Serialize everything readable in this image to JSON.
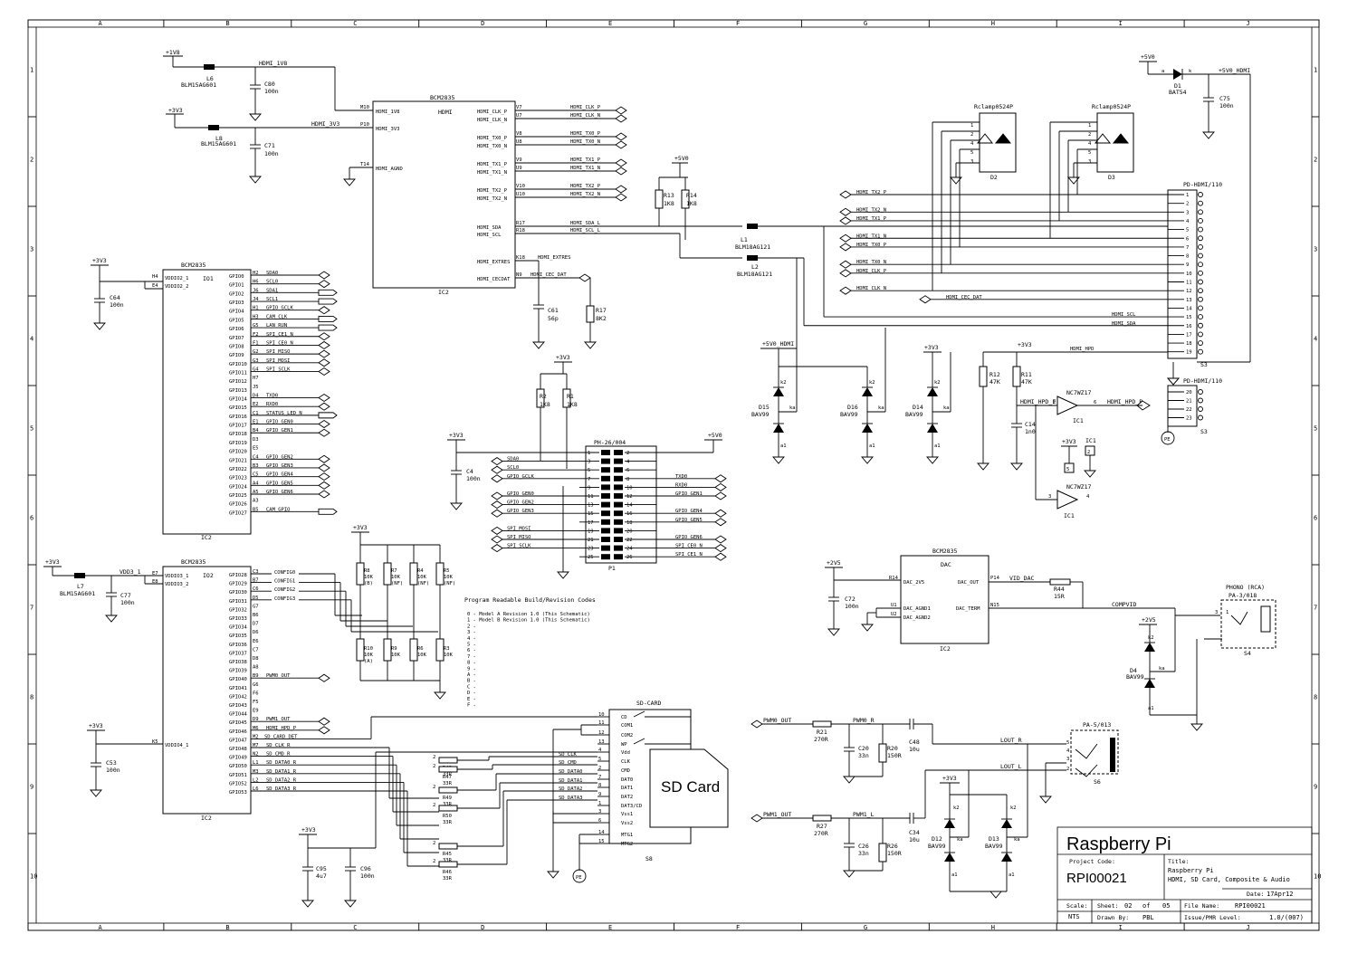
{
  "frame": {
    "cols": [
      "A",
      "B",
      "C",
      "D",
      "E",
      "F",
      "G",
      "H",
      "I",
      "J"
    ],
    "rows": [
      "1",
      "2",
      "3",
      "4",
      "5",
      "6",
      "7",
      "8",
      "9",
      "10"
    ]
  },
  "hdmi_power": {
    "supply_1v8": "+1V8",
    "supply_3v3": "+3V3",
    "l6_ref": "L6",
    "l6_value": "BLM15AG601",
    "l8_ref": "L8",
    "l8_value": "BLM15AG601",
    "c80_ref": "C80",
    "c80_value": "100n",
    "c71_ref": "C71",
    "c71_value": "100n",
    "net_hdmi_1v8": "HDMI_1V8",
    "net_hdmi_3v3": "HDMI_3V3"
  },
  "ic_hdmi": {
    "title": "BCM2835",
    "ref": "IC2",
    "block_label": "HDMI",
    "left_pins": [
      {
        "num": "M10",
        "name": "HDMI_1V8"
      },
      {
        "num": "P10",
        "name": "HDMI_3V3"
      },
      {
        "num": "T14",
        "name": "HDMI_AGND"
      }
    ],
    "right_pins": [
      {
        "num": "V7",
        "name": "HDMI_CLK_P",
        "net": "HDMI_CLK_P"
      },
      {
        "num": "U7",
        "name": "HDMI_CLK_N",
        "net": "HDMI_CLK_N"
      },
      {
        "num": "V8",
        "name": "HDMI_TX0_P",
        "net": "HDMI_TX0_P"
      },
      {
        "num": "U8",
        "name": "HDMI_TX0_N",
        "net": "HDMI_TX0_N"
      },
      {
        "num": "V9",
        "name": "HDMI_TX1_P",
        "net": "HDMI_TX1_P"
      },
      {
        "num": "U9",
        "name": "HDMI_TX1_N",
        "net": "HDMI_TX1_N"
      },
      {
        "num": "V10",
        "name": "HDMI_TX2_P",
        "net": "HDMI_TX2_P"
      },
      {
        "num": "U10",
        "name": "HDMI_TX2_N",
        "net": "HDMI_TX2_N"
      },
      {
        "num": "R17",
        "name": "HDMI_SDA",
        "net": "HDMI_SDA_L"
      },
      {
        "num": "R18",
        "name": "HDMI_SCL",
        "net": "HDMI_SCL_L"
      },
      {
        "num": "K18",
        "name": "HDMI_EXTRES",
        "net": "HDMI_EXTRES"
      },
      {
        "num": "N9",
        "name": "HDMI_CECDAT",
        "net": "HDMI_CEC_DAT"
      }
    ],
    "c61_ref": "C61",
    "c61_value": "56p",
    "r17_ref": "R17",
    "r17_value": "8K2",
    "supply_5v0": "+5V0",
    "r13_ref": "R13",
    "r13_value": "1K8",
    "r14_ref": "R14",
    "r14_value": "1K8",
    "l1_ref": "L1",
    "l1_value": "BLM18AG121",
    "l2_ref": "L2",
    "l2_value": "BLM18AG121"
  },
  "ic_gpio": {
    "title": "BCM2835",
    "ref": "IC2",
    "block_label": "IO1",
    "supply": "+3V3",
    "c64_ref": "C64",
    "c64_value": "100n",
    "power_pins": [
      {
        "num": "H4",
        "name": "VDDIO2_1"
      },
      {
        "num": "E4",
        "name": "VDDIO2_2"
      }
    ],
    "pins": [
      {
        "num": "H2",
        "name": "GPIO0",
        "net": "SDA0"
      },
      {
        "num": "H6",
        "name": "GPIO1",
        "net": "SCL0"
      },
      {
        "num": "J6",
        "name": "GPIO2",
        "net": "SDA1"
      },
      {
        "num": "J4",
        "name": "GPIO3",
        "net": "SCL1"
      },
      {
        "num": "H1",
        "name": "GPIO4",
        "net": "GPIO_GCLK"
      },
      {
        "num": "H3",
        "name": "GPIO5",
        "net": "CAM_CLK"
      },
      {
        "num": "G5",
        "name": "GPIO6",
        "net": "LAN_RUN"
      },
      {
        "num": "F2",
        "name": "GPIO7",
        "net": "SPI_CE1_N"
      },
      {
        "num": "F1",
        "name": "GPIO8",
        "net": "SPI_CE0_N"
      },
      {
        "num": "G2",
        "name": "GPIO9",
        "net": "SPI_MISO"
      },
      {
        "num": "G3",
        "name": "GPIO10",
        "net": "SPI_MOSI"
      },
      {
        "num": "G4",
        "name": "GPIO11",
        "net": "SPI_SCLK"
      },
      {
        "num": "H7",
        "name": "GPIO12",
        "net": ""
      },
      {
        "num": "J5",
        "name": "GPIO13",
        "net": ""
      },
      {
        "num": "D4",
        "name": "GPIO14",
        "net": "TXD0"
      },
      {
        "num": "E2",
        "name": "GPIO15",
        "net": "RXD0"
      },
      {
        "num": "C1",
        "name": "GPIO16",
        "net": "STATUS_LED_N"
      },
      {
        "num": "E1",
        "name": "GPIO17",
        "net": "GPIO_GEN0"
      },
      {
        "num": "B4",
        "name": "GPIO18",
        "net": "GPIO_GEN1"
      },
      {
        "num": "D3",
        "name": "GPIO19",
        "net": ""
      },
      {
        "num": "E5",
        "name": "GPIO20",
        "net": ""
      },
      {
        "num": "C4",
        "name": "GPIO21",
        "net": "GPIO_GEN2"
      },
      {
        "num": "B3",
        "name": "GPIO22",
        "net": "GPIO_GEN3"
      },
      {
        "num": "C5",
        "name": "GPIO23",
        "net": "GPIO_GEN4"
      },
      {
        "num": "A4",
        "name": "GPIO24",
        "net": "GPIO_GEN5"
      },
      {
        "num": "A5",
        "name": "GPIO25",
        "net": "GPIO_GEN6"
      },
      {
        "num": "A3",
        "name": "GPIO26",
        "net": ""
      },
      {
        "num": "B5",
        "name": "GPIO27",
        "net": "CAM_GPIO"
      }
    ]
  },
  "ic_io2": {
    "title": "BCM2835",
    "ref": "IC2",
    "block_label": "IO2",
    "supply": "+3V3",
    "l7_ref": "L7",
    "l7_value": "BLM15AG601",
    "net_vdd": "VDD3_1",
    "c77_ref": "C77",
    "c77_value": "100n",
    "c53_ref": "C53",
    "c53_value": "100n",
    "power_pins": [
      {
        "num": "E7",
        "name": "VDDIO3_1"
      },
      {
        "num": "E8",
        "name": "VDDIO3_2"
      },
      {
        "num": "K5",
        "name": "VDDIO4_1"
      }
    ],
    "pins": [
      {
        "num": "C3",
        "name": "GPIO28",
        "net": "CONFIG0"
      },
      {
        "num": "B7",
        "name": "GPIO29",
        "net": "CONFIG1"
      },
      {
        "num": "C6",
        "name": "GPIO30",
        "net": "CONFIG2"
      },
      {
        "num": "D5",
        "name": "GPIO31",
        "net": "CONFIG3"
      },
      {
        "num": "G7",
        "name": "GPIO32",
        "net": ""
      },
      {
        "num": "B6",
        "name": "GPIO33",
        "net": ""
      },
      {
        "num": "D7",
        "name": "GPIO34",
        "net": ""
      },
      {
        "num": "D6",
        "name": "GPIO35",
        "net": ""
      },
      {
        "num": "E6",
        "name": "GPIO36",
        "net": ""
      },
      {
        "num": "C7",
        "name": "GPIO37",
        "net": ""
      },
      {
        "num": "D8",
        "name": "GPIO38",
        "net": ""
      },
      {
        "num": "A8",
        "name": "GPIO39",
        "net": ""
      },
      {
        "num": "B9",
        "name": "GPIO40",
        "net": "PWM0_OUT"
      },
      {
        "num": "G6",
        "name": "GPIO41",
        "net": ""
      },
      {
        "num": "F6",
        "name": "GPIO42",
        "net": ""
      },
      {
        "num": "F5",
        "name": "GPIO43",
        "net": ""
      },
      {
        "num": "E9",
        "name": "GPIO44",
        "net": ""
      },
      {
        "num": "D9",
        "name": "GPIO45",
        "net": "PWM1_OUT"
      },
      {
        "num": "M6",
        "name": "GPIO46",
        "net": "HDMI_HPD_P"
      },
      {
        "num": "M2",
        "name": "GPIO47",
        "net": "SD_CARD_DET"
      },
      {
        "num": "M7",
        "name": "GPIO48",
        "net": "SD_CLK_R"
      },
      {
        "num": "N2",
        "name": "GPIO49",
        "net": "SD_CMD_R"
      },
      {
        "num": "L1",
        "name": "GPIO50",
        "net": "SD_DATA0_R"
      },
      {
        "num": "M3",
        "name": "GPIO51",
        "net": "SD_DATA1_R"
      },
      {
        "num": "L2",
        "name": "GPIO52",
        "net": "SD_DATA2_R"
      },
      {
        "num": "L6",
        "name": "GPIO53",
        "net": "SD_DATA3_R"
      }
    ]
  },
  "config_resistors": {
    "supply": "+3V3",
    "top": [
      {
        "ref": "R8",
        "value": "10K",
        "note": "(B)"
      },
      {
        "ref": "R7",
        "value": "10K",
        "note": "(NF)"
      },
      {
        "ref": "R4",
        "value": "10K",
        "note": "(NF)"
      },
      {
        "ref": "R5",
        "value": "10K",
        "note": "(NF)"
      }
    ],
    "bottom": [
      {
        "ref": "R10",
        "value": "10K",
        "note": "(A)"
      },
      {
        "ref": "R9",
        "value": "10K",
        "note": ""
      },
      {
        "ref": "R6",
        "value": "10K",
        "note": ""
      },
      {
        "ref": "R3",
        "value": "10K",
        "note": ""
      }
    ],
    "revision_title": "Program Readable Build/Revision Codes",
    "revision_lines": [
      "0 - Model A Revision 1.0 (This Schematic)",
      "1 - Model B Revision 1.0 (This Schematic)",
      "2 -",
      "3 -",
      "4 -",
      "5 -",
      "6 -",
      "7 -",
      "8 -",
      "9 -",
      "A -",
      "B -",
      "C -",
      "D -",
      "E -",
      "F -"
    ]
  },
  "p1": {
    "title": "PH-26/004",
    "ref": "P1",
    "supply_3v3": "+3V3",
    "supply_5v0": "+5V0",
    "c4_ref": "C4",
    "c4_value": "100n",
    "r2_ref": "R2",
    "r2_value": "1K8",
    "r1_ref": "R1",
    "r1_value": "1K8",
    "left": [
      {
        "pin": "1",
        "net": ""
      },
      {
        "pin": "3",
        "net": "SDA0"
      },
      {
        "pin": "5",
        "net": "SCL0"
      },
      {
        "pin": "7",
        "net": "GPIO_GCLK"
      },
      {
        "pin": "9",
        "net": ""
      },
      {
        "pin": "11",
        "net": "GPIO_GEN0"
      },
      {
        "pin": "13",
        "net": "GPIO_GEN2"
      },
      {
        "pin": "15",
        "net": "GPIO_GEN3"
      },
      {
        "pin": "17",
        "net": ""
      },
      {
        "pin": "19",
        "net": "SPI_MOSI"
      },
      {
        "pin": "21",
        "net": "SPI_MISO"
      },
      {
        "pin": "23",
        "net": "SPI_SCLK"
      },
      {
        "pin": "25",
        "net": ""
      }
    ],
    "right": [
      {
        "pin": "2",
        "net": ""
      },
      {
        "pin": "4",
        "net": ""
      },
      {
        "pin": "6",
        "net": ""
      },
      {
        "pin": "8",
        "net": "TXD0"
      },
      {
        "pin": "10",
        "net": "RXD0"
      },
      {
        "pin": "12",
        "net": "GPIO_GEN1"
      },
      {
        "pin": "14",
        "net": ""
      },
      {
        "pin": "16",
        "net": "GPIO_GEN4"
      },
      {
        "pin": "18",
        "net": "GPIO_GEN5"
      },
      {
        "pin": "20",
        "net": ""
      },
      {
        "pin": "22",
        "net": "GPIO_GEN6"
      },
      {
        "pin": "24",
        "net": "SPI_CE0_N"
      },
      {
        "pin": "26",
        "net": "SPI_CE1_N"
      }
    ]
  },
  "sd": {
    "title": "SD-CARD",
    "ref": "S8",
    "card_label": "SD Card",
    "supply": "+3V3",
    "c95_ref": "C95",
    "c95_value": "4u7",
    "c96_ref": "C96",
    "c96_value": "100n",
    "series": [
      {
        "ref": "R48",
        "value": "33R",
        "net": "SD_CLK"
      },
      {
        "ref": "R47",
        "value": "33R",
        "net": "SD_CMD"
      },
      {
        "ref": "R49",
        "value": "33R",
        "net": "SD_DATA0"
      },
      {
        "ref": "R50",
        "value": "33R",
        "net": "SD_DATA1"
      },
      {
        "ref": "R45",
        "value": "33R",
        "net": "SD_DATA2"
      },
      {
        "ref": "R46",
        "value": "33R",
        "net": "SD_DATA3"
      }
    ],
    "pins": [
      {
        "num": "10",
        "name": "CD"
      },
      {
        "num": "11",
        "name": "COM1"
      },
      {
        "num": "12",
        "name": "COM2"
      },
      {
        "num": "13",
        "name": "WP"
      },
      {
        "num": "4",
        "name": "Vdd"
      },
      {
        "num": "5",
        "name": "CLK"
      },
      {
        "num": "2",
        "name": "CMD"
      },
      {
        "num": "7",
        "name": "DAT0"
      },
      {
        "num": "8",
        "name": "DAT1"
      },
      {
        "num": "9",
        "name": "DAT2"
      },
      {
        "num": "1",
        "name": "DAT3/CD"
      },
      {
        "num": "3",
        "name": "Vss1"
      },
      {
        "num": "6",
        "name": "Vss2"
      },
      {
        "num": "14",
        "name": "MTG1"
      },
      {
        "num": "15",
        "name": "MTG2"
      }
    ]
  },
  "hdmi_conn": {
    "title": "PD-HDMI/110",
    "ref": "S3",
    "title2": "PD-HDMI/110",
    "ref2": "S3",
    "supply_5v0": "+5V0",
    "supply_5v0_hdmi": "+5V0_HDMI",
    "d1_ref": "D1",
    "d1_value": "BAT54",
    "c75_ref": "C75",
    "c75_value": "100n",
    "rclamp": "Rclamp0524P",
    "d2_ref": "D2",
    "d3_ref": "D3",
    "nets": [
      {
        "pin": "1",
        "net": "HDMI_TX2_P"
      },
      {
        "pin": "2",
        "net": ""
      },
      {
        "pin": "3",
        "net": "HDMI_TX2_N"
      },
      {
        "pin": "4",
        "net": "HDMI_TX1_P"
      },
      {
        "pin": "5",
        "net": ""
      },
      {
        "pin": "6",
        "net": "HDMI_TX1_N"
      },
      {
        "pin": "7",
        "net": "HDMI_TX0_P"
      },
      {
        "pin": "8",
        "net": ""
      },
      {
        "pin": "9",
        "net": "HDMI_TX0_N"
      },
      {
        "pin": "10",
        "net": "HDMI_CLK_P"
      },
      {
        "pin": "11",
        "net": ""
      },
      {
        "pin": "12",
        "net": "HDMI_CLK_N"
      },
      {
        "pin": "13",
        "net": "HDMI_CEC_DAT"
      },
      {
        "pin": "14",
        "net": ""
      },
      {
        "pin": "15",
        "net": "HDMI_SCL"
      },
      {
        "pin": "16",
        "net": "HDMI_SDA"
      },
      {
        "pin": "17",
        "net": ""
      },
      {
        "pin": "18",
        "net": ""
      },
      {
        "pin": "19",
        "net": "HDMI_HPD"
      }
    ],
    "shield_pins": [
      "20",
      "21",
      "22",
      "23"
    ],
    "hpd": {
      "supply": "+3V3",
      "r12_ref": "R12",
      "r12_value": "47K",
      "r11_ref": "R11",
      "r11_value": "47K",
      "buf": "NC7WZ17",
      "buf_ref": "IC1",
      "in_net": "HDMI_HPD_F",
      "out_net": "HDMI_HPD_P",
      "c14_ref": "C14",
      "c14_value": "1n0",
      "pin_in": "2",
      "pin_out": "6",
      "pin_in2": "3",
      "pin_out2": "4",
      "pin5": "5",
      "pin2": "2"
    },
    "esd": [
      {
        "ref": "D15",
        "value": "BAV99"
      },
      {
        "ref": "D16",
        "value": "BAV99"
      },
      {
        "ref": "D14",
        "value": "BAV99"
      }
    ],
    "esd_supply": "+5V0_HDMI",
    "k2": "k2",
    "ka": "ka",
    "a1": "a1"
  },
  "dac": {
    "title": "BCM2835",
    "ref": "IC2",
    "block_label": "DAC",
    "supply": "+2V5",
    "c72_ref": "C72",
    "c72_value": "100n",
    "pins": [
      {
        "num": "R14",
        "name": "DAC_2V5"
      },
      {
        "num": "U1",
        "name": "DAC_AGND1"
      },
      {
        "num": "U2",
        "name": "DAC_AGND2"
      },
      {
        "num": "P14",
        "name": "DAC_OUT"
      },
      {
        "num": "N15",
        "name": "DAC_TERM"
      }
    ],
    "vid_net": "VID_DAC",
    "r44_ref": "R44",
    "r44_value": "15R",
    "comp_net": "COMPVID",
    "phono_title": "PHONO (RCA)",
    "phono_part": "PA-3/018",
    "phono_ref": "S4",
    "d4_ref": "D4",
    "d4_value": "BAV99",
    "d4_supply": "+2V5"
  },
  "audio": {
    "pwm0_net": "PWM0_OUT",
    "pwm1_net": "PWM1_OUT",
    "r21_ref": "R21",
    "r21_value": "270R",
    "r27_ref": "R27",
    "r27_value": "270R",
    "pwm0_r": "PWM0_R",
    "pwm1_l": "PWM1_L",
    "c20_ref": "C20",
    "c20_value": "33n",
    "c26_ref": "C26",
    "c26_value": "33n",
    "r20_ref": "R20",
    "r20_value": "150R",
    "r26_ref": "R26",
    "r26_value": "150R",
    "c48_ref": "C48",
    "c48_value": "10u",
    "c34_ref": "C34",
    "c34_value": "10u",
    "lout_r": "LOUT_R",
    "lout_l": "LOUT_L",
    "jack_part": "PA-5/013",
    "jack_ref": "S6",
    "supply": "+3V3",
    "d12_ref": "D12",
    "d12_value": "BAV99",
    "d13_ref": "D13",
    "d13_value": "BAV99"
  },
  "title_block": {
    "title": "Raspberry Pi",
    "project_code_label": "Project Code:",
    "project_code": "RPI00021",
    "title_label": "Title:",
    "title_line1": "Raspberry Pi",
    "title_line2": "HDMI, SD Card, Composite & Audio",
    "date_label": "Date:",
    "date": "17Apr12",
    "scale_label": "Scale:",
    "scale": "NTS",
    "sheet_label": "Sheet:",
    "sheet_num": "02",
    "sheet_of": "of",
    "sheet_total": "05",
    "file_label": "File Name:",
    "file": "RPI00021",
    "drawn_label": "Drawn By:",
    "drawn": "PBL",
    "issue_label": "Issue/PMR Level:",
    "issue": "1.0/(007)"
  }
}
